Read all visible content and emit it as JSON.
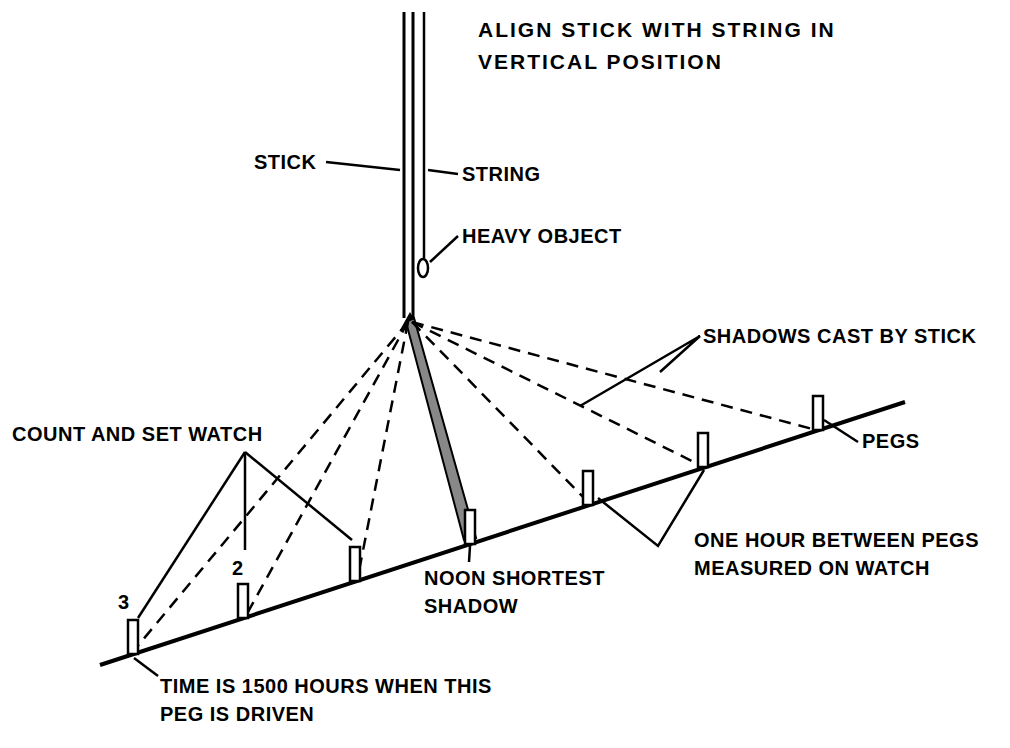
{
  "diagram": {
    "labels": [
      "ALIGN STICK WITH STRING IN VERTICAL POSITION",
      "STICK",
      "STRING",
      "HEAVY OBJECT",
      "SHADOWS CAST BY STICK",
      "PEGS",
      "COUNT AND SET WATCH",
      "3",
      "2",
      "NOON SHORTEST SHADOW",
      "ONE HOUR BETWEEN PEGS MEASURED ON WATCH",
      "TIME IS 1500 HOURS WHEN THIS PEG IS DRIVEN"
    ]
  }
}
